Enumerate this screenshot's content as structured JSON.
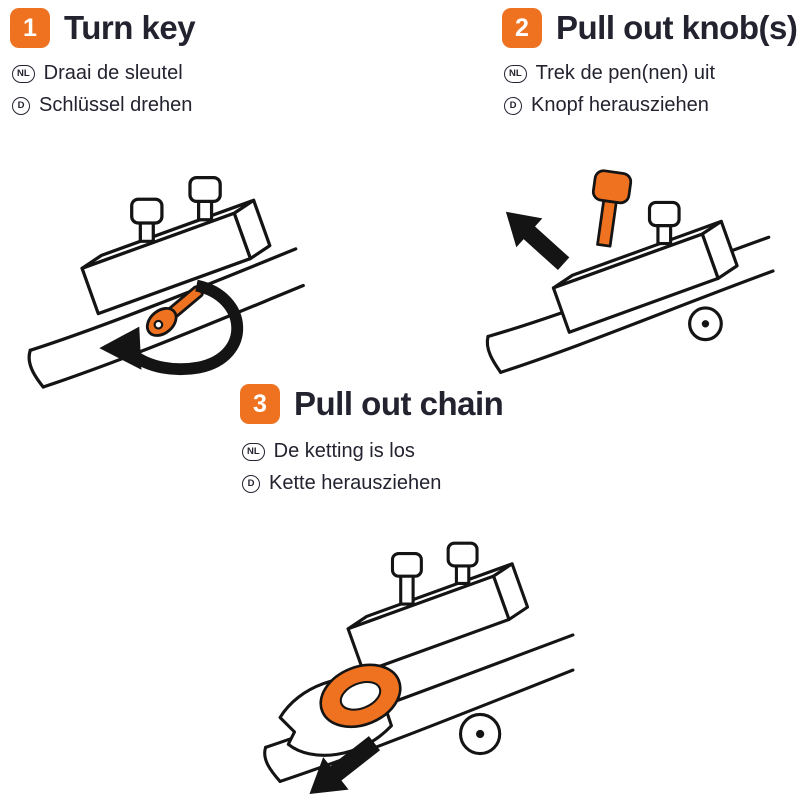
{
  "colors": {
    "accent": "#EE7220",
    "ink": "#232330",
    "line": "#141414",
    "background": "#ffffff",
    "badge_text": "#ffffff"
  },
  "steps": [
    {
      "number": "1",
      "title": "Turn key",
      "translations": [
        {
          "lang": "NL",
          "text": "Draai de sleutel"
        },
        {
          "lang": "D",
          "text": "Schlüssel drehen"
        }
      ]
    },
    {
      "number": "2",
      "title": "Pull out knob(s)",
      "translations": [
        {
          "lang": "NL",
          "text": "Trek de pen(nen) uit"
        },
        {
          "lang": "D",
          "text": "Knopf herausziehen"
        }
      ]
    },
    {
      "number": "3",
      "title": "Pull out chain",
      "translations": [
        {
          "lang": "NL",
          "text": "De ketting is los"
        },
        {
          "lang": "D",
          "text": "Kette herausziehen"
        }
      ]
    }
  ]
}
